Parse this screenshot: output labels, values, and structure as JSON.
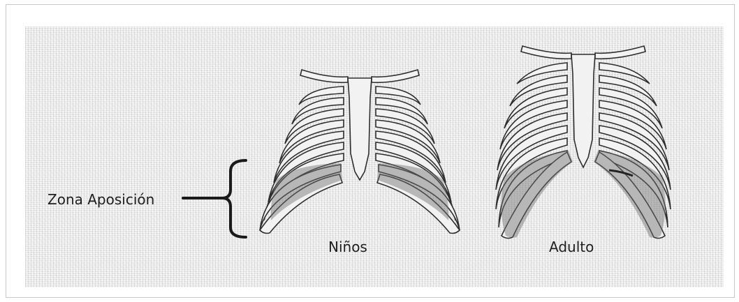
{
  "labels": {
    "zone": "Zona Aposición",
    "kids": "Niños",
    "adult": "Adulto"
  },
  "colors": {
    "outline": "#2e2e2e",
    "rib_fill": "#f2f2f2",
    "zone_shade": "#6e6e6e",
    "bracket": "#1a1a1a"
  }
}
